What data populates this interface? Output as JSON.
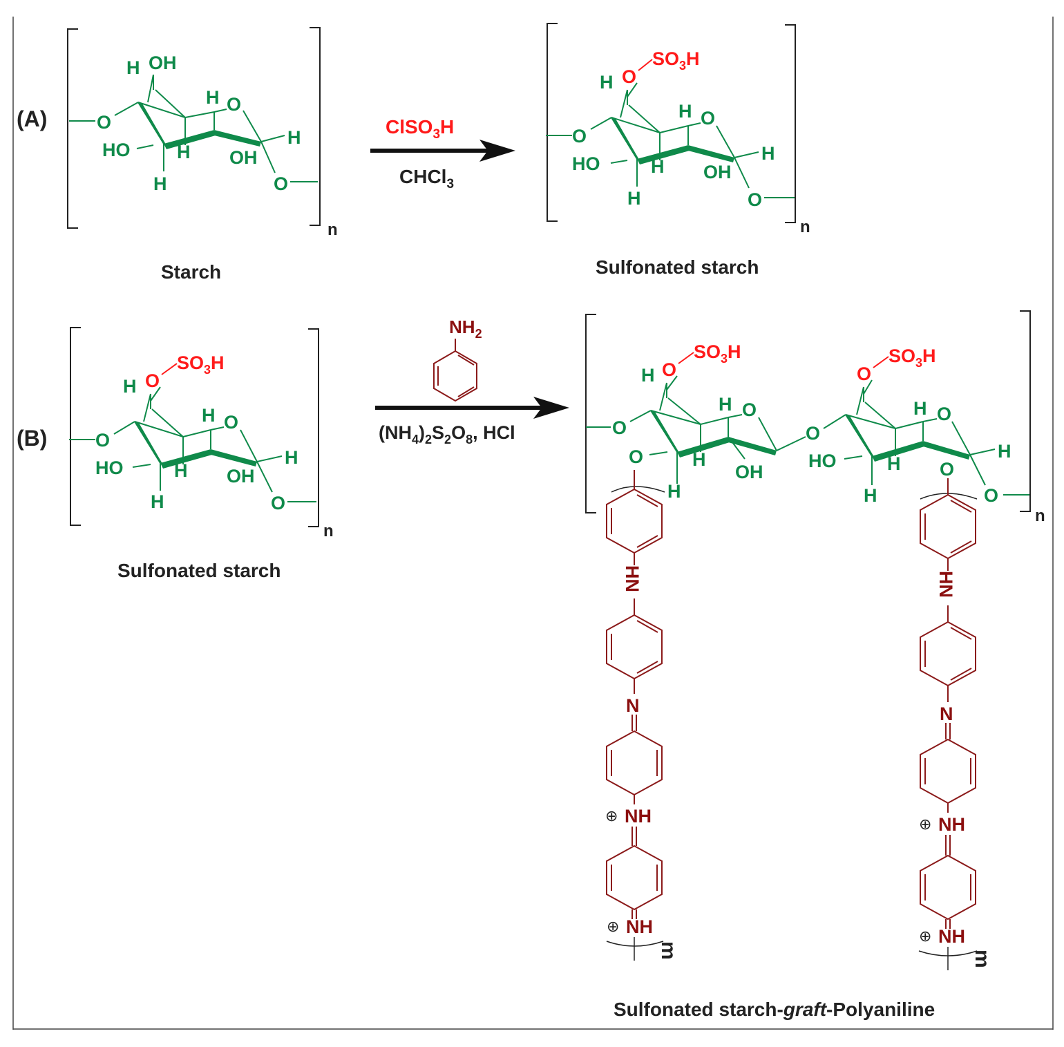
{
  "panels": {
    "a": {
      "label": "(A)"
    },
    "b": {
      "label": "(B)"
    }
  },
  "reaction_a": {
    "reagent_prefix": "ClSO",
    "reagent_sub": "3",
    "reagent_suffix": "H",
    "solvent_prefix": "CHCl",
    "solvent_sub": "3"
  },
  "reaction_b": {
    "reagent": "NH",
    "reagent_sub": "2",
    "conditions_1": "(NH",
    "conditions_sub1": "4",
    "conditions_2": ")",
    "conditions_sub2": "2",
    "conditions_3": "S",
    "conditions_sub3": "2",
    "conditions_4": "O",
    "conditions_sub4": "8",
    "conditions_5": ", HCl"
  },
  "compounds": {
    "starch": "Starch",
    "sulfonated_starch": "Sulfonated starch",
    "product_pre": "Sulfonated starch-",
    "product_italic": "graft",
    "product_post": "-Polyaniline"
  },
  "atoms": {
    "h": "H",
    "oh": "OH",
    "ho": "HO",
    "o": "O",
    "so3h_pre": "SO",
    "so3h_sub": "3",
    "so3h_post": "H",
    "n": "N",
    "nh": "NH",
    "hn": "HN",
    "plus": "⊕",
    "repeat_n": "n",
    "repeat_m": "m"
  }
}
